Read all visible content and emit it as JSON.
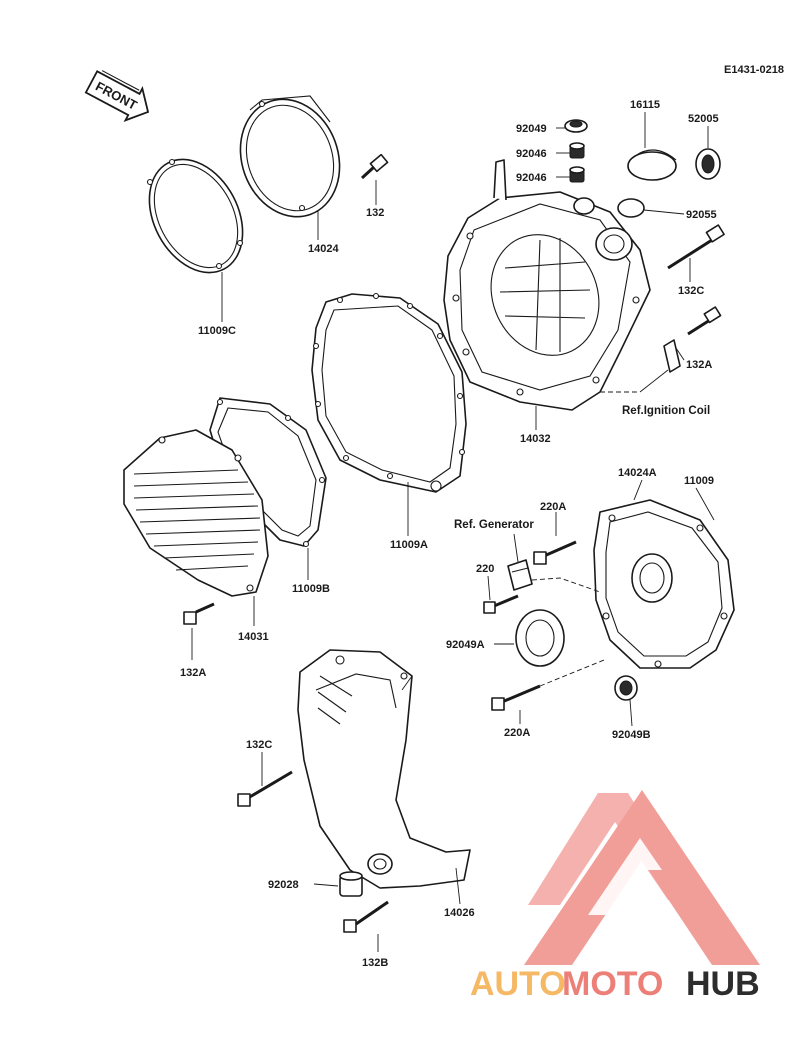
{
  "diagram": {
    "code": "E1431-0218",
    "front_label": "FRONT",
    "labels": {
      "p92049": "92049",
      "p92046a": "92046",
      "p92046b": "92046",
      "p16115": "16115",
      "p52005": "52005",
      "p92055": "92055",
      "p132": "132",
      "p14024": "14024",
      "p11009C": "11009C",
      "p132C_top": "132C",
      "p132A_right": "132A",
      "ref_ignition": "Ref.Ignition Coil",
      "p14032": "14032",
      "p11009A": "11009A",
      "p11009B": "11009B",
      "p14031": "14031",
      "p132A_left": "132A",
      "p14024A": "14024A",
      "p11009": "11009",
      "p220A_top": "220A",
      "ref_generator": "Ref. Generator",
      "p220": "220",
      "p92049A": "92049A",
      "p220A_bottom": "220A",
      "p92049B": "92049B",
      "p132C_bottom": "132C",
      "p92028": "92028",
      "p14026": "14026",
      "p132B": "132B"
    }
  },
  "watermark": {
    "brand_auto": "AUTO",
    "brand_moto": "MOTO",
    "brand_hub": "HUB",
    "color_auto": "#f5b865",
    "color_moto": "#ec7f78",
    "color_hub": "#2d2d2d",
    "logo_color": "#ef8d87"
  }
}
